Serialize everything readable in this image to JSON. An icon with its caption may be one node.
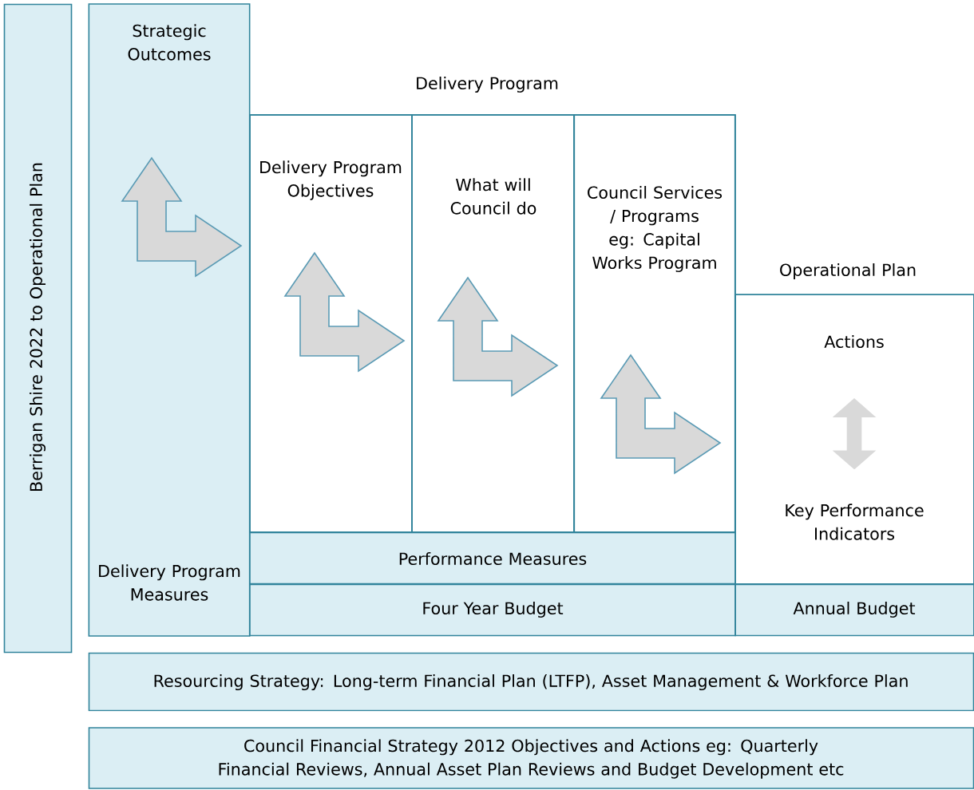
{
  "diagram": {
    "nodes": [
      {
        "text": [
          "Berrigan Shire 2022 to Operational Plan"
        ]
      },
      {
        "text": [
          "Strategic Outcomes",
          "Delivery Program Measures"
        ]
      },
      {
        "text": [
          "Delivery Program"
        ]
      },
      {
        "text": [
          "Delivery Program Objectives"
        ],
        "in": 2
      },
      {
        "text": [
          "What will Council do"
        ],
        "in": 2
      },
      {
        "text": [
          "Council Services / Programs eg: Capital Works Program"
        ],
        "in": 2
      },
      {
        "text": [
          "Performance Measures"
        ]
      },
      {
        "text": [
          "Four Year Budget"
        ]
      },
      {
        "text": [
          "Operational Plan"
        ]
      },
      {
        "text": [
          "Actions"
        ],
        "in": 8
      },
      {
        "text": [
          "Key Performance Indicators"
        ],
        "in": 8
      },
      {
        "text": [
          "Annual Budget"
        ]
      },
      {
        "text": [
          "Resourcing Strategy: Long-term Financial Plan (LTFP), Asset Management & Workforce Plan"
        ]
      },
      {
        "text": [
          "Council Financial Strategy 2012 Objectives and Actions eg: Quarterly Financial Reviews, Annual Asset Plan Reviews and Budget Development etc"
        ]
      }
    ],
    "edges": [
      {
        "from": 9,
        "to": 10,
        "arrow": "both"
      }
    ]
  }
}
